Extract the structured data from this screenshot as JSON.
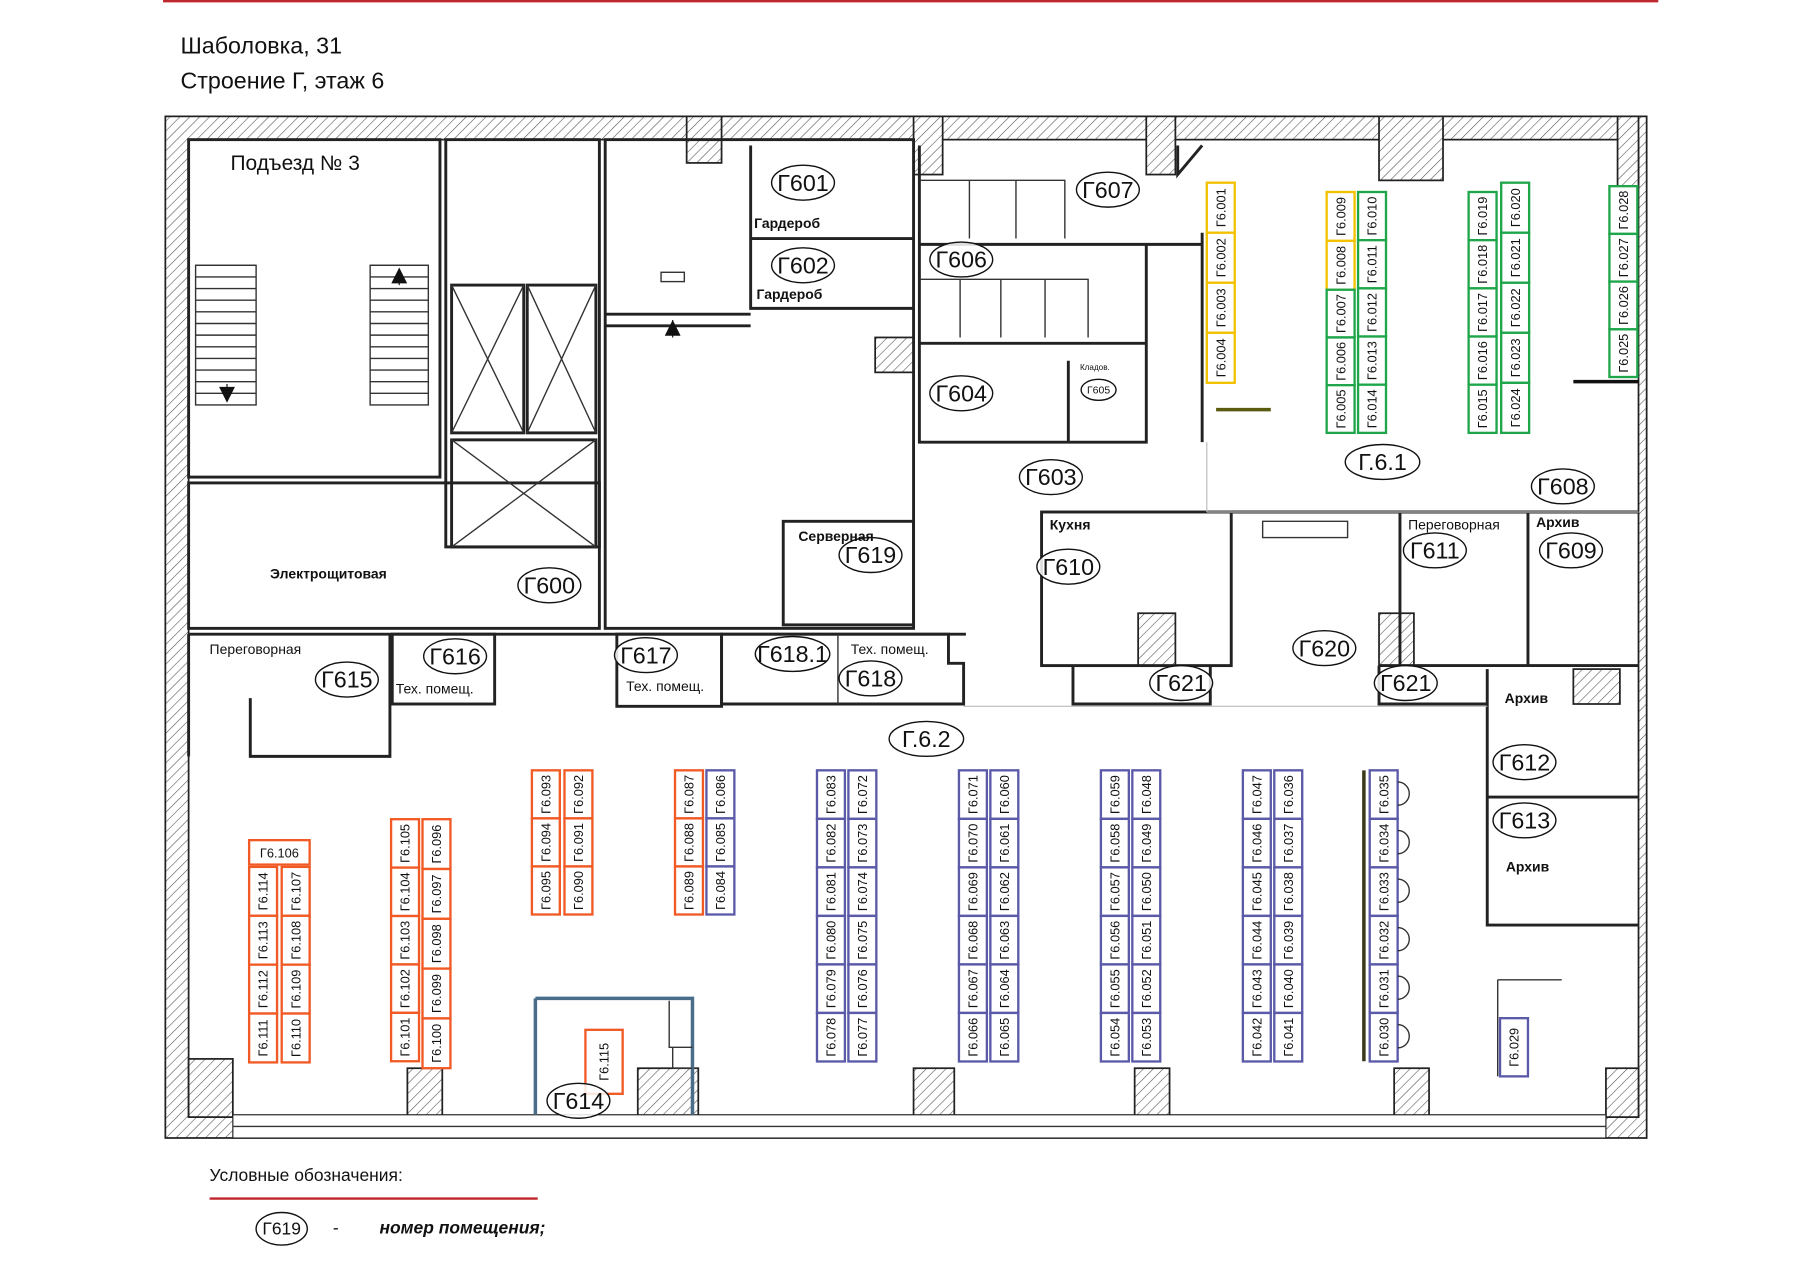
{
  "header": {
    "line1": "Шаболовка, 31",
    "line2": "Строение Г, этаж 6"
  },
  "colors": {
    "orange": "#f15a24",
    "blue": "#5a5aa8",
    "green": "#1fa64a",
    "yellow": "#f2c200",
    "accent_line": "#c0272d"
  },
  "rooms": [
    "Г600",
    "Г601",
    "Г602",
    "Г603",
    "Г604",
    "Г605",
    "Г606",
    "Г607",
    "Г608",
    "Г609",
    "Г610",
    "Г611",
    "Г612",
    "Г613",
    "Г614",
    "Г615",
    "Г616",
    "Г617",
    "Г618.1",
    "Г618",
    "Г619",
    "Г620",
    "Г621",
    "Г621",
    "Г.6.1",
    "Г.6.2"
  ],
  "area_labels": [
    "Подъезд № 3",
    "Электрощитовая",
    "Гардероб",
    "Гардероб",
    "Серверная",
    "Кухня",
    "Переговорная",
    "Архив",
    "Переговорная",
    "Тех. помещ.",
    "Тех. помещ.",
    "Тех. помещ.",
    "Архив",
    "Архив",
    "Кладов."
  ],
  "desk_columns": [
    {
      "color": "yellow",
      "cells": [
        "Г6.001",
        "Г6.002",
        "Г6.003",
        "Г6.004"
      ]
    },
    {
      "color": "yellow",
      "cells": [
        "Г6.009",
        "Г6.008"
      ]
    },
    {
      "color": "green",
      "cells": [
        "Г6.007",
        "Г6.006",
        "Г6.005"
      ]
    },
    {
      "color": "green",
      "cells": [
        "Г6.010",
        "Г6.011",
        "Г6.012",
        "Г6.013",
        "Г6.014"
      ]
    },
    {
      "color": "green",
      "cells": [
        "Г6.019",
        "Г6.018",
        "Г6.017",
        "Г6.016",
        "Г6.015"
      ]
    },
    {
      "color": "green",
      "cells": [
        "Г6.020",
        "Г6.021",
        "Г6.022",
        "Г6.023",
        "Г6.024"
      ]
    },
    {
      "color": "green",
      "cells": [
        "Г6.028",
        "Г6.027",
        "Г6.026",
        "Г6.025"
      ]
    },
    {
      "color": "orange",
      "cells": [
        "Г6.114",
        "Г6.113",
        "Г6.112",
        "Г6.111"
      ]
    },
    {
      "color": "orange",
      "cells": [
        "Г6.107",
        "Г6.108",
        "Г6.109",
        "Г6.110"
      ]
    },
    {
      "color": "orange",
      "cells": [
        "Г6.105",
        "Г6.104",
        "Г6.103",
        "Г6.102",
        "Г6.101"
      ]
    },
    {
      "color": "orange",
      "cells": [
        "Г6.096",
        "Г6.097",
        "Г6.098",
        "Г6.099",
        "Г6.100"
      ]
    },
    {
      "color": "orange",
      "cells": [
        "Г6.093",
        "Г6.094",
        "Г6.095"
      ]
    },
    {
      "color": "orange",
      "cells": [
        "Г6.092",
        "Г6.091",
        "Г6.090"
      ]
    },
    {
      "color": "orange",
      "cells": [
        "Г6.087",
        "Г6.088",
        "Г6.089"
      ]
    },
    {
      "color": "blue",
      "cells": [
        "Г6.086",
        "Г6.085",
        "Г6.084"
      ]
    },
    {
      "color": "blue",
      "cells": [
        "Г6.083",
        "Г6.082",
        "Г6.081",
        "Г6.080",
        "Г6.079",
        "Г6.078"
      ]
    },
    {
      "color": "blue",
      "cells": [
        "Г6.072",
        "Г6.073",
        "Г6.074",
        "Г6.075",
        "Г6.076",
        "Г6.077"
      ]
    },
    {
      "color": "blue",
      "cells": [
        "Г6.071",
        "Г6.070",
        "Г6.069",
        "Г6.068",
        "Г6.067",
        "Г6.066"
      ]
    },
    {
      "color": "blue",
      "cells": [
        "Г6.060",
        "Г6.061",
        "Г6.062",
        "Г6.063",
        "Г6.064",
        "Г6.065"
      ]
    },
    {
      "color": "blue",
      "cells": [
        "Г6.059",
        "Г6.058",
        "Г6.057",
        "Г6.056",
        "Г6.055",
        "Г6.054"
      ]
    },
    {
      "color": "blue",
      "cells": [
        "Г6.048",
        "Г6.049",
        "Г6.050",
        "Г6.051",
        "Г6.052",
        "Г6.053"
      ]
    },
    {
      "color": "blue",
      "cells": [
        "Г6.047",
        "Г6.046",
        "Г6.045",
        "Г6.044",
        "Г6.043",
        "Г6.042"
      ]
    },
    {
      "color": "blue",
      "cells": [
        "Г6.036",
        "Г6.037",
        "Г6.038",
        "Г6.039",
        "Г6.040",
        "Г6.041"
      ]
    },
    {
      "color": "blue",
      "cells": [
        "Г6.035",
        "Г6.034",
        "Г6.033",
        "Г6.032",
        "Г6.031",
        "Г6.030"
      ]
    },
    {
      "color": "blue",
      "cells": [
        "Г6.029"
      ]
    },
    {
      "color": "orange",
      "cells": [
        "Г6.115"
      ]
    }
  ],
  "desk_horizontal": {
    "color": "orange",
    "label": "Г6.106"
  },
  "legend": {
    "title": "Условные обозначения:",
    "sample": "Г619",
    "dash": "-",
    "description": "номер помещения;"
  }
}
